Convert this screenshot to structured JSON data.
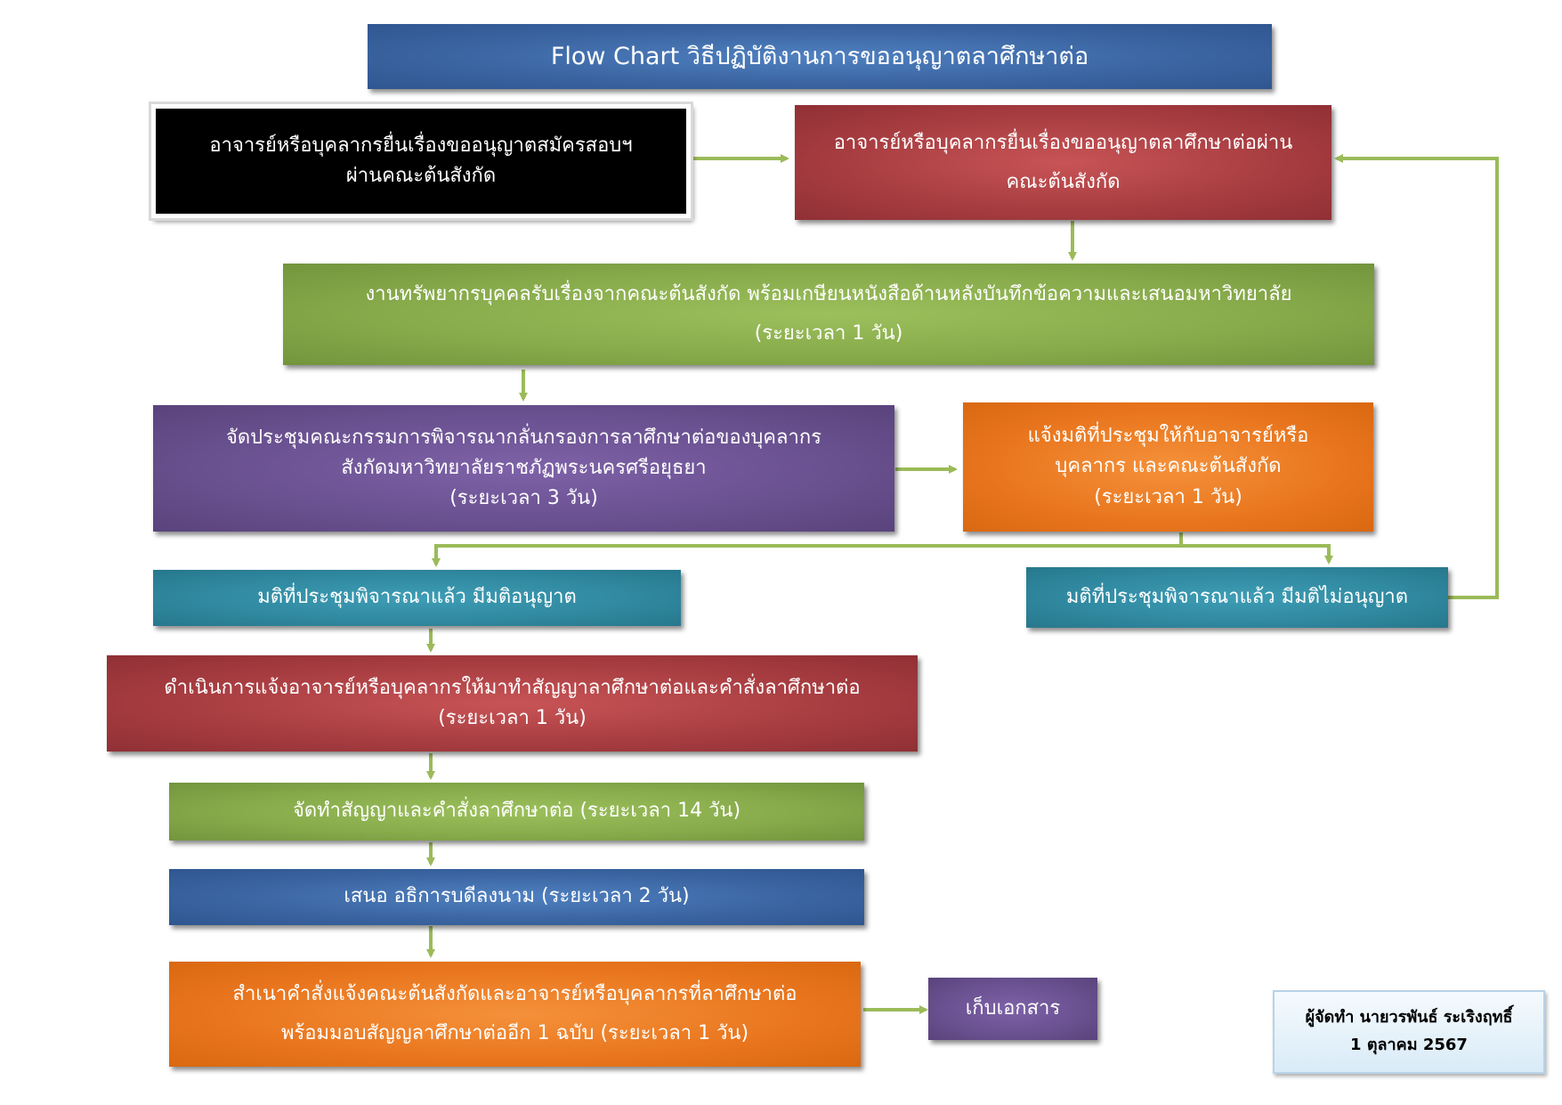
{
  "title": "Flow Chart วิธีปฏิบัติงานการขออนุญาตลาศึกษาต่อ",
  "steps": {
    "exam_request": {
      "line1": "อาจารย์หรือบุคลากรยื่นเรื่องขออนุญาตสมัครสอบฯ",
      "line2": "ผ่านคณะต้นสังกัด"
    },
    "study_request": {
      "line1": "อาจารย์หรือบุคลากรยื่นเรื่องขออนุญาตลาศึกษาต่อผ่าน",
      "line2": "คณะต้นสังกัด"
    },
    "hr_receive": {
      "line1": "งานทรัพยากรบุคคลรับเรื่องจากคณะต้นสังกัด พร้อมเกษียนหนังสือด้านหลังบันทึกข้อความและเสนอมหาวิทยาลัย",
      "line2": "(ระยะเวลา 1 วัน)"
    },
    "committee": {
      "line1": "จัดประชุมคณะกรรมการพิจารณากลั่นกรองการลาศึกษาต่อของบุคลากร",
      "line2": "สังกัดมหาวิทยาลัยราชภัฏพระนครศรีอยุธยา",
      "line3": "(ระยะเวลา 3 วัน)"
    },
    "notify_result": {
      "line1": "แจ้งมติที่ประชุมให้กับอาจารย์หรือ",
      "line2": "บุคลากร และคณะต้นสังกัด",
      "line3": "(ระยะเวลา 1 วัน)"
    },
    "approved": {
      "line1": "มติที่ประชุมพิจารณาแล้ว มีมติอนุญาต"
    },
    "rejected": {
      "line1": "มติที่ประชุมพิจารณาแล้ว มีมติไม่อนุญาต"
    },
    "notify_contract": {
      "line1": "ดำเนินการแจ้งอาจารย์หรือบุคลากรให้มาทำสัญญาลาศึกษาต่อและคำสั่งลาศึกษาต่อ",
      "line2": "(ระยะเวลา 1 วัน)"
    },
    "prepare_contract": {
      "line1": "จัดทำสัญญาและคำสั่งลาศึกษาต่อ (ระยะเวลา 14 วัน)"
    },
    "propose_sign": {
      "line1": "เสนอ อธิการบดีลงนาม (ระยะเวลา 2 วัน)"
    },
    "copy_order": {
      "line1": "สำเนาคำสั่งแจ้งคณะต้นสังกัดและอาจารย์หรือบุคลากรที่ลาศึกษาต่อ",
      "line2": "พร้อมมอบสัญญลาศึกษาต่ออีก 1 ฉบับ (ระยะเวลา 1 วัน)"
    },
    "archive": {
      "line1": "เก็บเอกสาร"
    }
  },
  "credit": {
    "author": "ผู้จัดทำ นายวรพันธ์  ระเริงฤทธิ์",
    "date": "1 ตุลาคม 2567"
  },
  "colors": {
    "arrow": "#9bbb59",
    "blue": "#3a64a0",
    "red": "#a63c40",
    "green": "#86a94a",
    "purple": "#69508f",
    "orange": "#e9761e",
    "teal": "#2f889f"
  }
}
